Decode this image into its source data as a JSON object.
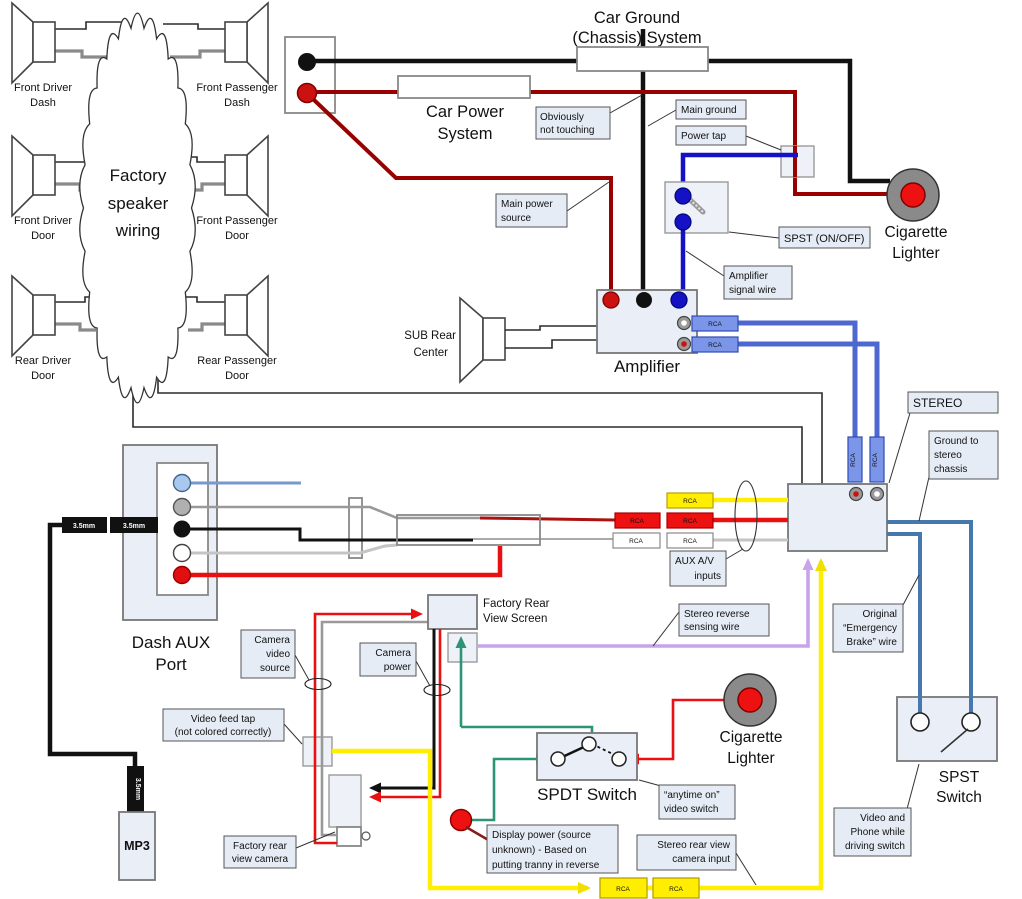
{
  "speakers": {
    "front_driver_dash": [
      "Front Driver",
      "Dash"
    ],
    "front_passenger_dash": [
      "Front Passenger",
      "Dash"
    ],
    "front_driver_door": [
      "Front Driver",
      "Door"
    ],
    "front_passenger_door": [
      "Front Passenger",
      "Door"
    ],
    "rear_driver_door": [
      "Rear Driver",
      "Door"
    ],
    "rear_passenger_door": [
      "Rear Passenger",
      "Door"
    ],
    "sub_rear_center": [
      "SUB Rear",
      "Center"
    ]
  },
  "cloud": [
    "Factory",
    "speaker",
    "wiring"
  ],
  "power": {
    "car_power_system": [
      "Car Power",
      "System"
    ],
    "car_ground_system": [
      "Car Ground",
      "(Chassis) System"
    ]
  },
  "components": {
    "amplifier": "Amplifier",
    "dash_aux_port": [
      "Dash AUX",
      "Port"
    ],
    "mp3": "MP3",
    "cigarette_lighter": [
      "Cigarette",
      "Lighter"
    ],
    "spdt_switch": "SPDT Switch",
    "spst_switch": [
      "SPST",
      "Switch"
    ],
    "factory_rear_view_screen": [
      "Factory Rear",
      "View Screen"
    ]
  },
  "connectors": {
    "rca": "RCA",
    "jack_35mm": "3.5mm"
  },
  "callouts": {
    "obviously_not_touching": {
      "lines": [
        "Obviously",
        "not touching"
      ]
    },
    "main_ground": {
      "lines": [
        "Main ground"
      ]
    },
    "power_tap": {
      "lines": [
        "Power tap"
      ]
    },
    "spst_on_off": {
      "lines": [
        "SPST (ON/OFF)"
      ]
    },
    "amplifier_signal_wire": {
      "lines": [
        "Amplifier",
        "signal wire"
      ]
    },
    "main_power_source": {
      "lines": [
        "Main power",
        "source"
      ]
    },
    "stereo": {
      "lines": [
        "STEREO"
      ]
    },
    "ground_to_stereo_chassis": {
      "lines": [
        "Ground to",
        "stereo",
        "chassis"
      ]
    },
    "aux_av_inputs": {
      "lines": [
        "AUX A/V",
        "inputs"
      ]
    },
    "camera_video_source": {
      "lines": [
        "Camera",
        "video",
        "source"
      ]
    },
    "camera_power": {
      "lines": [
        "Camera",
        "power"
      ]
    },
    "video_feed_tap": {
      "lines": [
        "Video feed tap",
        "(not colored correctly)"
      ]
    },
    "factory_rear_view_camera": {
      "lines": [
        "Factory rear",
        "view camera"
      ]
    },
    "stereo_reverse_sensing_wire": {
      "lines": [
        "Stereo reverse",
        "sensing wire"
      ]
    },
    "original_emergency_brake_wire": {
      "lines": [
        "Original",
        "“Emergency",
        "Brake” wire"
      ]
    },
    "anytime_on_video_switch": {
      "lines": [
        "“anytime on”",
        "video switch"
      ]
    },
    "display_power": {
      "lines": [
        "Display power (source",
        "unknown) - Based on",
        "putting tranny in reverse"
      ]
    },
    "stereo_rear_view_camera_input": {
      "lines": [
        "Stereo rear view",
        "camera input"
      ]
    },
    "video_and_phone_while_driving_switch": {
      "lines": [
        "Video and",
        "Phone while",
        "driving switch"
      ]
    }
  },
  "colors": {
    "main_power_wire": "#990000",
    "ground_wire": "#111111",
    "amplifier_signal_wire": "#1511c4",
    "rca_cable": "#4f68d0",
    "emergency_brake_wire": "#4778ad",
    "video_tap_wire": "#ffee00",
    "camera_power_wire": "#e81010",
    "reverse_sensing_wire": "#c9a3ea",
    "display_power_wire": "#2e9477",
    "component_fill": "#e9eef7",
    "callout_fill": "#e6ecf5"
  }
}
